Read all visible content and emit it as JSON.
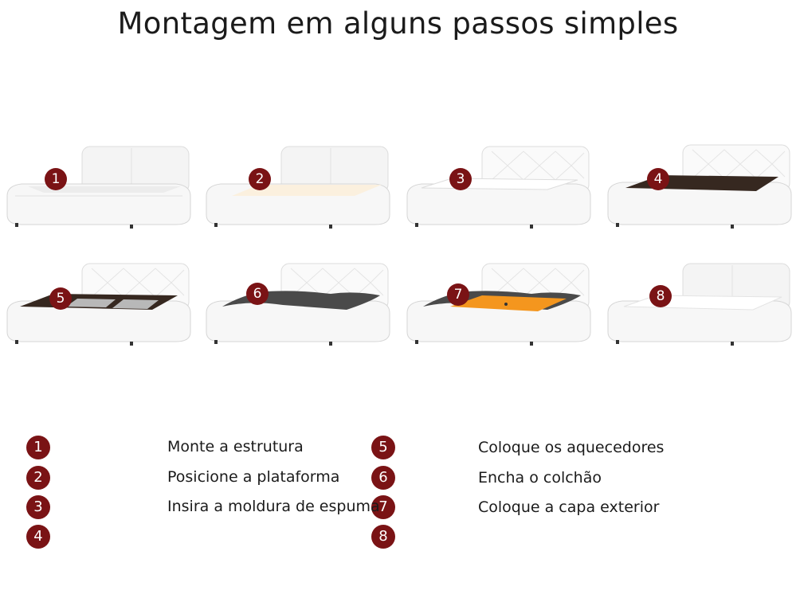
{
  "title": "Montagem em alguns passos simples",
  "colors": {
    "badge": "#7a1315",
    "frame": "#f2f2f2",
    "platform": "#fbf2e4",
    "base": "#352720",
    "liner": "#4a4a4a",
    "mattress": "#f4961e"
  },
  "steps": [
    {
      "number": "1"
    },
    {
      "number": "2"
    },
    {
      "number": "3"
    },
    {
      "number": "4"
    },
    {
      "number": "5"
    },
    {
      "number": "6"
    },
    {
      "number": "7"
    },
    {
      "number": "8"
    }
  ],
  "legend": [
    {
      "number": "1",
      "text": "Monte a estrutura"
    },
    {
      "number": "2",
      "text": "Posicione a plataforma"
    },
    {
      "number": "3",
      "text": "Insira a moldura de espuma"
    },
    {
      "number": "4",
      "text": ""
    },
    {
      "number": "5",
      "text": "Coloque os aquecedores"
    },
    {
      "number": "6",
      "text": "Encha o colchão"
    },
    {
      "number": "7",
      "text": "Coloque a capa exterior"
    },
    {
      "number": "8",
      "text": ""
    }
  ]
}
